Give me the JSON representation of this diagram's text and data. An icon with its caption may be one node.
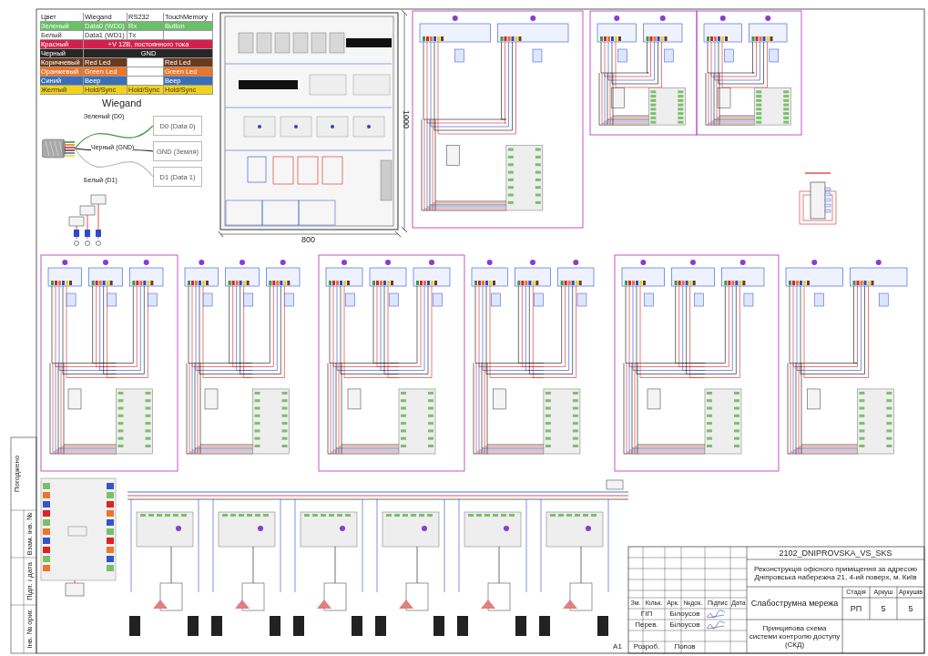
{
  "diagram": {
    "nodes": [
      {
        "text": [],
        "shape": "picture"
      },
      {
        "text": [
          "D0 (Data 0)"
        ]
      },
      {
        "text": [
          "GND (Земля)"
        ]
      },
      {
        "text": [
          "D1 (Data 1)"
        ]
      }
    ],
    "edges": [
      {
        "from": 0,
        "to": 1,
        "arrow": "none",
        "label": "Зеленый (D0)",
        "color": "#3c9a3c"
      },
      {
        "from": 0,
        "to": 2,
        "arrow": "none",
        "label": "Черный (GND)",
        "color": "#111111"
      },
      {
        "from": 0,
        "to": 3,
        "arrow": "none",
        "label": "Белый (D1)",
        "color": "#bbbbbb"
      }
    ],
    "labels": [
      "Цвет",
      "Wiegand",
      "RS232",
      "TouchMemory",
      "Зеленый",
      "Data0 (WD0)",
      "Rx",
      "Button",
      "Белый",
      "Data1 (WD1)",
      "Tx",
      "Красный",
      "+V 12В, постоянного тока",
      "Черный",
      "GND",
      "Коричневый",
      "Red Led",
      "Red Led",
      "Оранжевый",
      "Green Led",
      "Green Led",
      "Синий",
      "Beep",
      "Beep",
      "Желтый",
      "Hold/Sync",
      "Hold/Sync",
      "Hold/Sync",
      "Wiegand",
      "800",
      "1000",
      "Погоджено",
      "Взам. інв. №",
      "Підп. і дата",
      "Інв. № ориг.",
      "Зм.",
      "Кільк.",
      "Арк.",
      "№док.",
      "Підпис",
      "Дата",
      "ГІП",
      "Білоусов",
      "Перев.",
      "Білоусов",
      "А1",
      "Розроб.",
      "Попов",
      "2102_DNIPROVSKA_VS_SKS",
      "Реконструкція офісного приміщення за адресою Дніпровська набережна 21, 4-ий поверх, м. Київ",
      "Слабострумна мережа",
      "Стадія",
      "Аркуш",
      "Аркушів",
      "РП",
      "5",
      "5",
      "Принципова схема системи контролю доступу (СКД)"
    ]
  }
}
